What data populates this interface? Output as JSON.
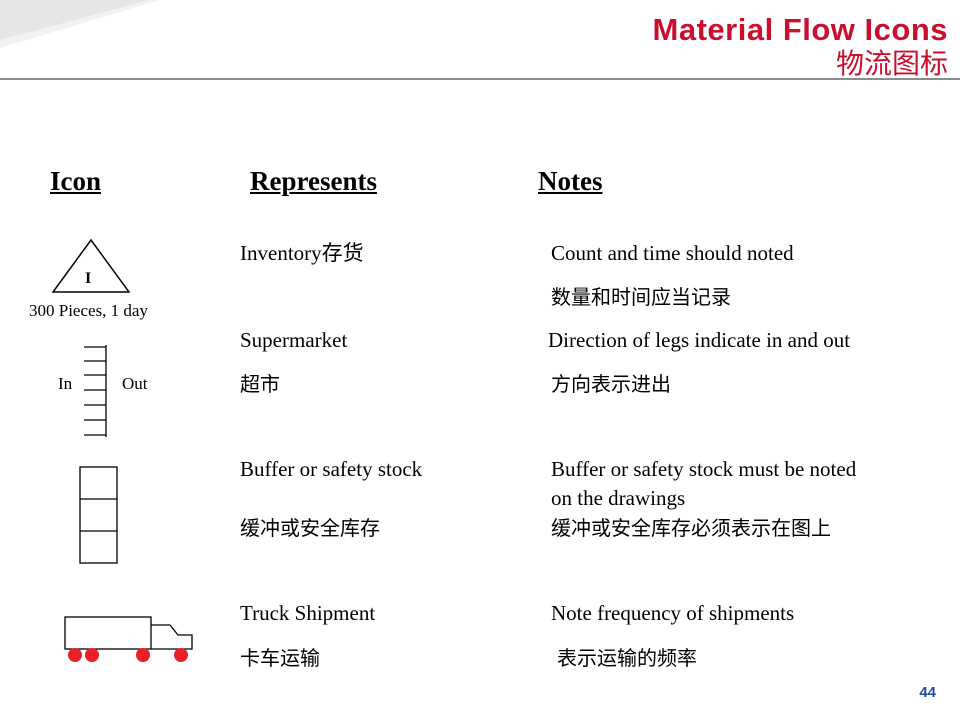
{
  "header": {
    "title_en": "Material Flow Icons",
    "title_zh": "物流图标"
  },
  "columns": {
    "icon": "Icon",
    "represents": "Represents",
    "notes": "Notes"
  },
  "rows": [
    {
      "icon": "inventory-triangle-icon",
      "icon_letter": "I",
      "icon_caption": "300 Pieces, 1 day",
      "represents_en": "Inventory存货",
      "represents_zh": "",
      "notes_en": "Count and time should noted",
      "notes_zh": "数量和时间应当记录"
    },
    {
      "icon": "supermarket-icon",
      "icon_in": "In",
      "icon_out": "Out",
      "represents_en": "Supermarket",
      "represents_zh": "超市",
      "notes_en": "Direction of legs indicate in and out",
      "notes_zh": "方向表示进出"
    },
    {
      "icon": "buffer-stock-icon",
      "represents_en": "Buffer or safety stock",
      "represents_zh": "缓冲或安全库存",
      "notes_en_1": "Buffer or safety stock must be noted",
      "notes_en_2": "on the drawings",
      "notes_zh": "缓冲或安全库存必须表示在图上"
    },
    {
      "icon": "truck-icon",
      "represents_en": "Truck Shipment",
      "represents_zh": "卡车运输",
      "notes_en": "Note frequency of shipments",
      "notes_zh": "表示运输的频率"
    }
  ],
  "page_number": "44",
  "colors": {
    "title": "#c8102e",
    "page_number": "#1f4e9e",
    "wheel": "#e8202a"
  }
}
